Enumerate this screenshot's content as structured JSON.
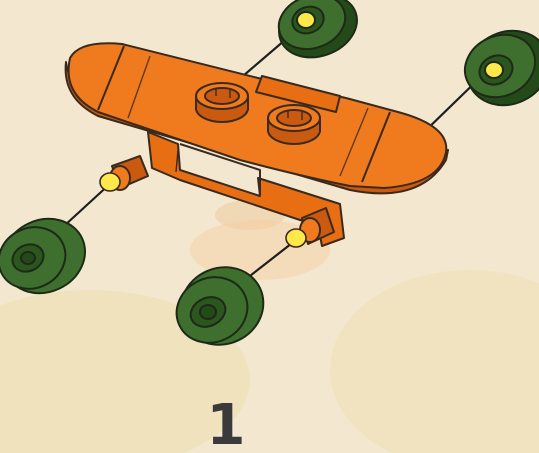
{
  "instruction": {
    "step_number": "1"
  },
  "parts": {
    "board": {
      "name": "skateboard-deck",
      "color": "#f07a1e"
    },
    "wheels": {
      "count": 4,
      "color": "#3f6f2f"
    },
    "axle_pins": {
      "count": 4,
      "color": "#ffe84a"
    }
  },
  "colors": {
    "background": "#f3e8cf",
    "outline": "#3a2a1e",
    "board": "#f07a1e",
    "board_shadow": "#c95a10",
    "wheel": "#3f6f2f",
    "wheel_dark": "#244a1a",
    "pin": "#ffe84a"
  }
}
